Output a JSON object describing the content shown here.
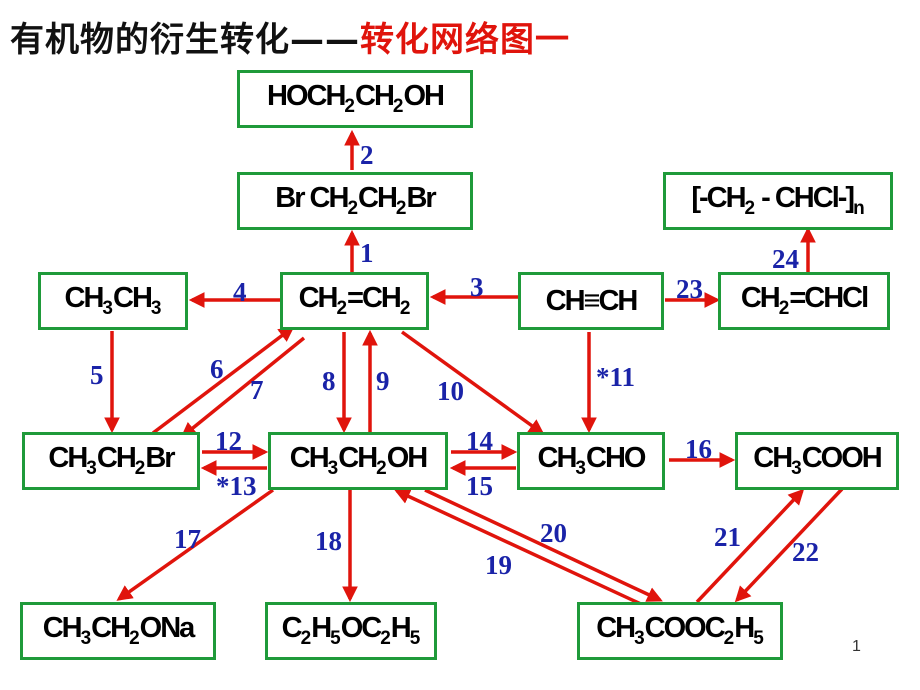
{
  "title": {
    "main": "有机物的衍生转化——",
    "highlight": "转化网络图一"
  },
  "compounds": {
    "hoch2ch2oh": "HOCH₂CH₂OH",
    "brch2ch2br": "Br CH₂CH₂Br",
    "pvc": "[-CH₂ - CHCl-]n",
    "ethane": "CH₃CH₃",
    "ethylene": "CH₂=CH₂",
    "acetylene": "CH≡CH",
    "vinyl_chloride": "CH₂=CHCl",
    "bromoethane": "CH₃CH₂Br",
    "ethanol": "CH₃CH₂OH",
    "acetaldehyde": "CH₃CHO",
    "acetic_acid": "CH₃COOH",
    "sodium_ethoxide": "CH₃CH₂ONa",
    "diethyl_ether": "C₂H₅OC₂H₅",
    "ethyl_acetate": "CH₃COOC₂H₅"
  },
  "reactions": [
    "1",
    "2",
    "3",
    "4",
    "5",
    "6",
    "7",
    "8",
    "9",
    "10",
    "*11",
    "12",
    "*13",
    "14",
    "15",
    "16",
    "17",
    "18",
    "19",
    "20",
    "21",
    "22",
    "23",
    "24"
  ],
  "colors": {
    "box_border": "#1f9a3a",
    "arrow": "#e0140c",
    "number": "#1a23a8",
    "title_highlight": "#e0140c"
  },
  "page_number": "1"
}
